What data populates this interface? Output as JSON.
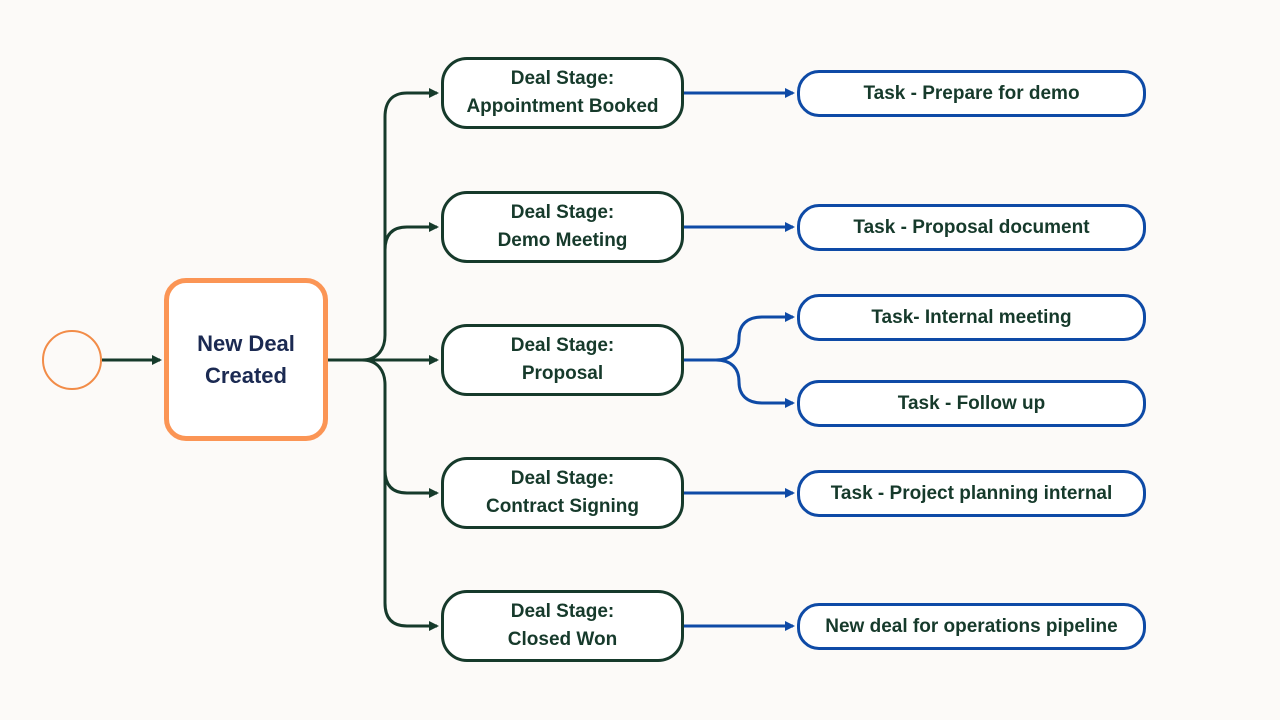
{
  "colors": {
    "background": "#fcfaf8",
    "start_circle": "#f28c48",
    "root_border": "#fb9555",
    "root_text": "#1b2a52",
    "stage_border": "#163a2b",
    "stage_text": "#163a2b",
    "task_border": "#0e4aa6",
    "task_text": "#163a2b",
    "stage_connector": "#163a2b",
    "task_connector": "#0e4aa6"
  },
  "root": {
    "line1": "New Deal",
    "line2": "Created"
  },
  "stages": [
    {
      "line1": "Deal Stage:",
      "line2": "Appointment Booked"
    },
    {
      "line1": "Deal Stage:",
      "line2": "Demo Meeting"
    },
    {
      "line1": "Deal Stage:",
      "line2": "Proposal"
    },
    {
      "line1": "Deal Stage:",
      "line2": "Contract Signing"
    },
    {
      "line1": "Deal Stage:",
      "line2": "Closed Won"
    }
  ],
  "tasks": [
    {
      "label": "Task - Prepare for demo"
    },
    {
      "label": "Task - Proposal document"
    },
    {
      "label": "Task- Internal meeting"
    },
    {
      "label": "Task - Follow up"
    },
    {
      "label": "Task - Project planning internal"
    },
    {
      "label": "New deal for operations pipeline"
    }
  ]
}
